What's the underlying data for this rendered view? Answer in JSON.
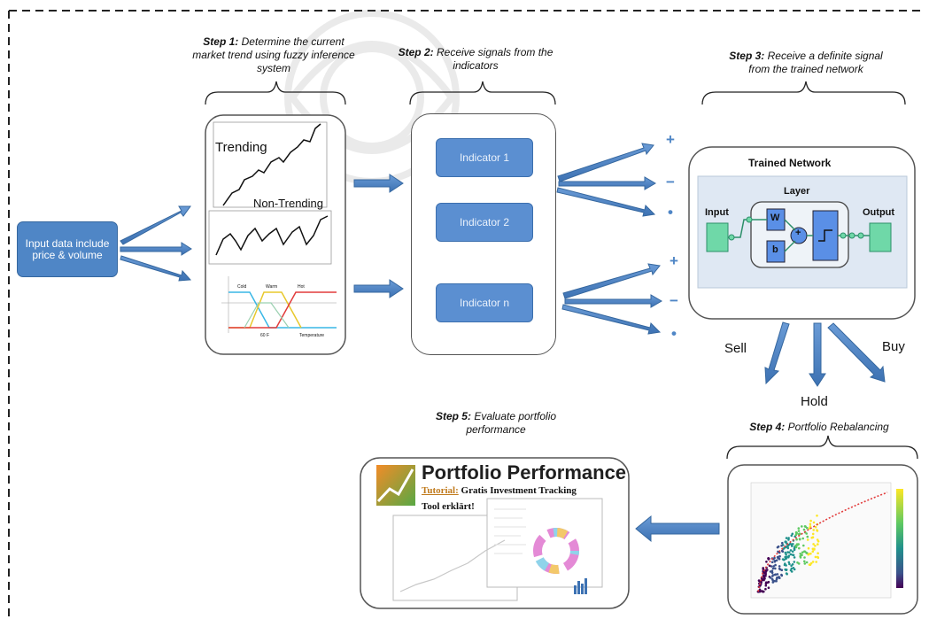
{
  "input": {
    "text": "Input data include price & volume"
  },
  "step1": {
    "label": "Step 1:",
    "text": "Determine the current market trend using fuzzy inference system"
  },
  "step2": {
    "label": "Step 2:",
    "text": "Receive signals from the indicators"
  },
  "step3": {
    "label": "Step 3:",
    "text": "Receive a definite signal from the trained network"
  },
  "step4": {
    "label": "Step 4:",
    "text": "Portfolio Rebalancing"
  },
  "step5": {
    "label": "Step 5:",
    "text": "Evaluate portfolio performance"
  },
  "fuzzy_panel": {
    "trending": "Trending",
    "non_trending": "Non-Trending",
    "membership_labels": [
      "Cold",
      "Warm",
      "Hot",
      "Temperature",
      "60 F"
    ]
  },
  "indicators": [
    "Indicator 1",
    "Indicator 2",
    "Indicator n"
  ],
  "signals": [
    "+",
    "−",
    "•"
  ],
  "network": {
    "title": "Trained Network",
    "layer": "Layer",
    "input": "Input",
    "output": "Output",
    "w": "W",
    "b": "b",
    "plus": "+"
  },
  "decisions": {
    "sell": "Sell",
    "hold": "Hold",
    "buy": "Buy"
  },
  "performance": {
    "title": "Portfolio Performance",
    "tutorial": "Tutorial:",
    "subtitle": "Gratis Investment Tracking",
    "subtitle2": "Tool erklärt!"
  },
  "colors": {
    "accent": "#4f86c6",
    "indicator": "#5b8fd1",
    "network_node": "#6fd8a8",
    "network_block": "#5a8fe6",
    "frontier": "#e23c3c"
  }
}
